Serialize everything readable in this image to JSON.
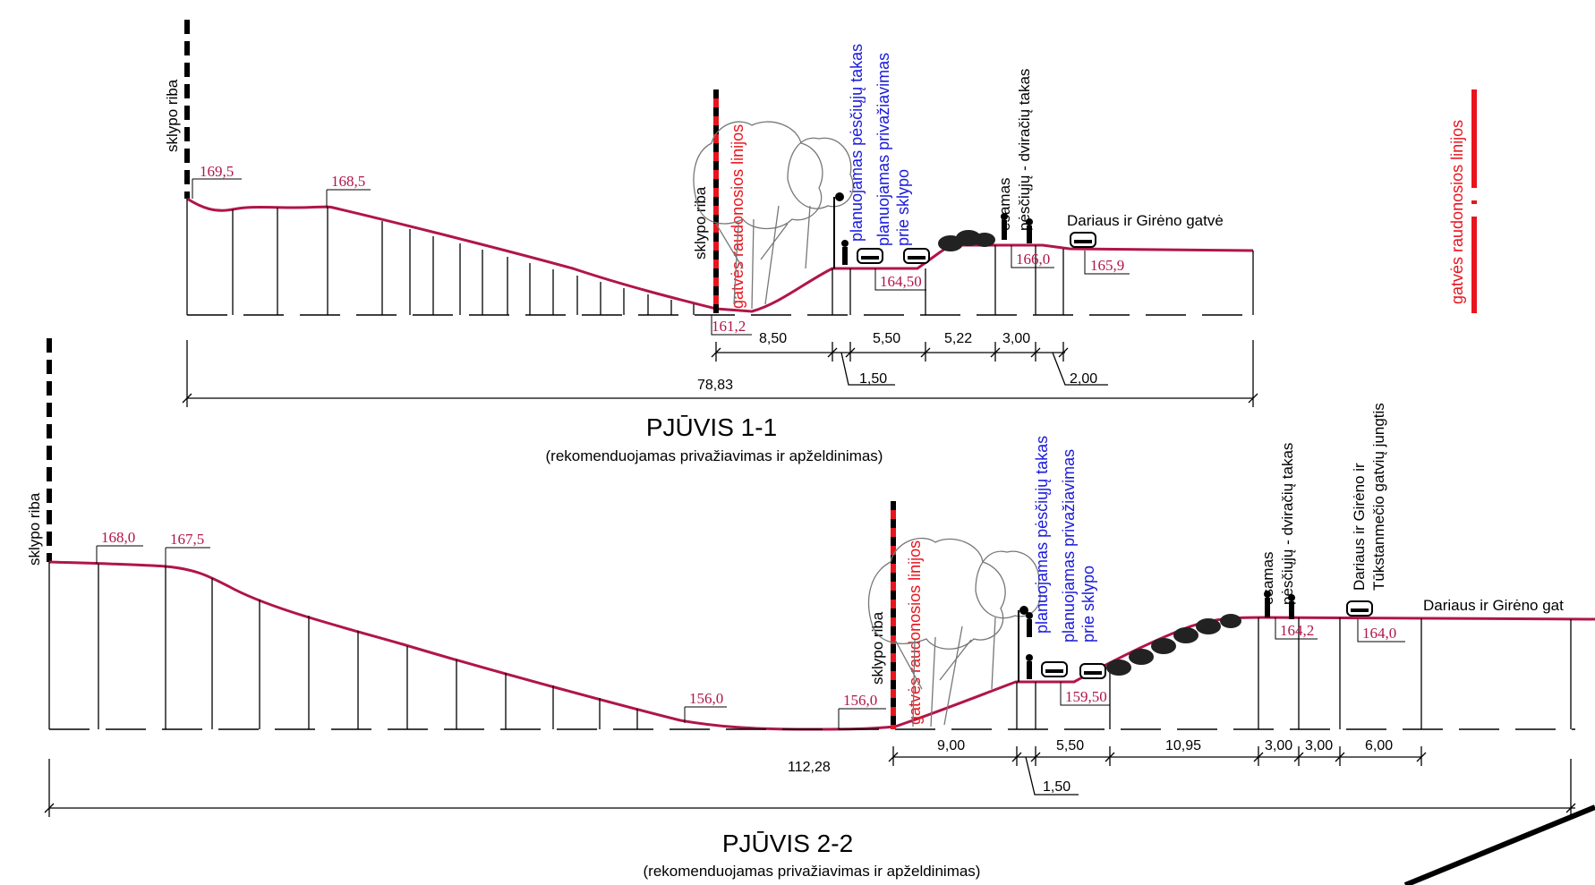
{
  "section1": {
    "title": "PJŪVIS 1-1",
    "subtitle": "(rekomenduojamas privažiavimas ir apželdinimas)",
    "plot_boundary": "sklypo riba",
    "red_line": "gatvės raudonosios linijos",
    "planned_walkway": "planuojamas pėsčiųjų takas",
    "planned_access": "planuojamas privažiavimas prie sklypo",
    "existing_path": "esamas pėsčiųjų - dviračių takas",
    "street": "Dariaus ir Girėno gatvė",
    "side_red_line": "gatvės raudonosios linijos",
    "elevations": [
      "169,5",
      "168,5",
      "161,2",
      "164,50",
      "166,0",
      "165,9"
    ],
    "dimensions": [
      "8,50",
      "5,50",
      "5,22",
      "3,00",
      "1,50",
      "2,00"
    ],
    "total_length": "78,83"
  },
  "section2": {
    "title": "PJŪVIS 2-2",
    "subtitle": "(rekomenduojamas privažiavimas ir apželdinimas)",
    "plot_boundary": "sklypo riba",
    "red_line": "gatvės raudonosios linijos",
    "planned_walkway": "planuojamas pėsčiųjų takas",
    "planned_access": "planuojamas privažiavimas prie sklypo",
    "existing_path": "esamas pėsčiųjų - dviračių takas",
    "junction": "Dariaus ir Girėno ir Tūkstanmečio gatvių jungtis",
    "street": "Dariaus ir Girėno gat",
    "elevations": [
      "168,0",
      "167,5",
      "156,0",
      "156,0",
      "159,50",
      "164,2",
      "164,0"
    ],
    "dimensions": [
      "9,00",
      "5,50",
      "10,95",
      "3,00",
      "3,00",
      "6,00",
      "1,50"
    ],
    "total_length": "112,28"
  },
  "colors": {
    "terrain": "#b0154a",
    "red_line": "#e8141e",
    "blue_text": "#1a1adb",
    "tree": "#777777"
  }
}
